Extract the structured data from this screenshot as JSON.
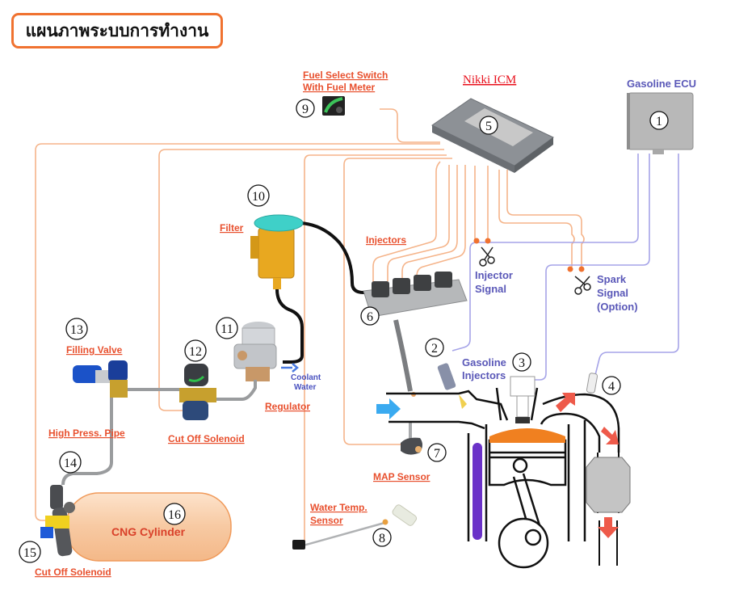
{
  "title": "แผนภาพระบบการทำงาน",
  "colors": {
    "accent_orange": "#f07230",
    "label_red": "#e8502e",
    "signal_blue": "#5a58b8",
    "icm_red": "#e8101c",
    "wire_orange": "#f5b48a",
    "wire_blue": "#a6a4e8"
  },
  "components": {
    "gasoline_ecu": {
      "number": "1",
      "label": "Gasoline ECU"
    },
    "gasoline_injectors": {
      "number": "2",
      "label_line1": "Gasoline",
      "label_line2": "Injectors"
    },
    "ignition_coil": {
      "number": "3"
    },
    "oxygen_sensor": {
      "number": "4"
    },
    "nikki_icm": {
      "number": "5",
      "label": "Nikki ICM"
    },
    "injectors": {
      "number": "6",
      "label": "Injectors"
    },
    "map_sensor": {
      "number": "7",
      "label": "MAP Sensor"
    },
    "water_temp_sensor": {
      "number": "8",
      "label_line1": "Water Temp.",
      "label_line2": "Sensor"
    },
    "fuel_select_switch": {
      "number": "9",
      "label_line1": "Fuel Select Switch",
      "label_line2": "With Fuel Meter"
    },
    "filter": {
      "number": "10",
      "label": "Filter"
    },
    "regulator": {
      "number": "11",
      "label": "Regulator",
      "coolant_line1": "Coolant",
      "coolant_line2": "Water"
    },
    "cut_off_solenoid_1": {
      "number": "12",
      "label": "Cut Off Solenoid"
    },
    "filling_valve": {
      "number": "13",
      "label": "Filling Valve"
    },
    "high_press_pipe": {
      "number": "14",
      "label": "High Press. Pipe"
    },
    "cut_off_solenoid_2": {
      "number": "15",
      "label": "Cut Off Solenoid"
    },
    "cng_cylinder": {
      "number": "16",
      "label": "CNG Cylinder"
    }
  },
  "signals": {
    "injector_signal_line1": "Injector",
    "injector_signal_line2": "Signal",
    "spark_signal_line1": "Spark",
    "spark_signal_line2": "Signal",
    "spark_signal_line3": "(Option)"
  }
}
